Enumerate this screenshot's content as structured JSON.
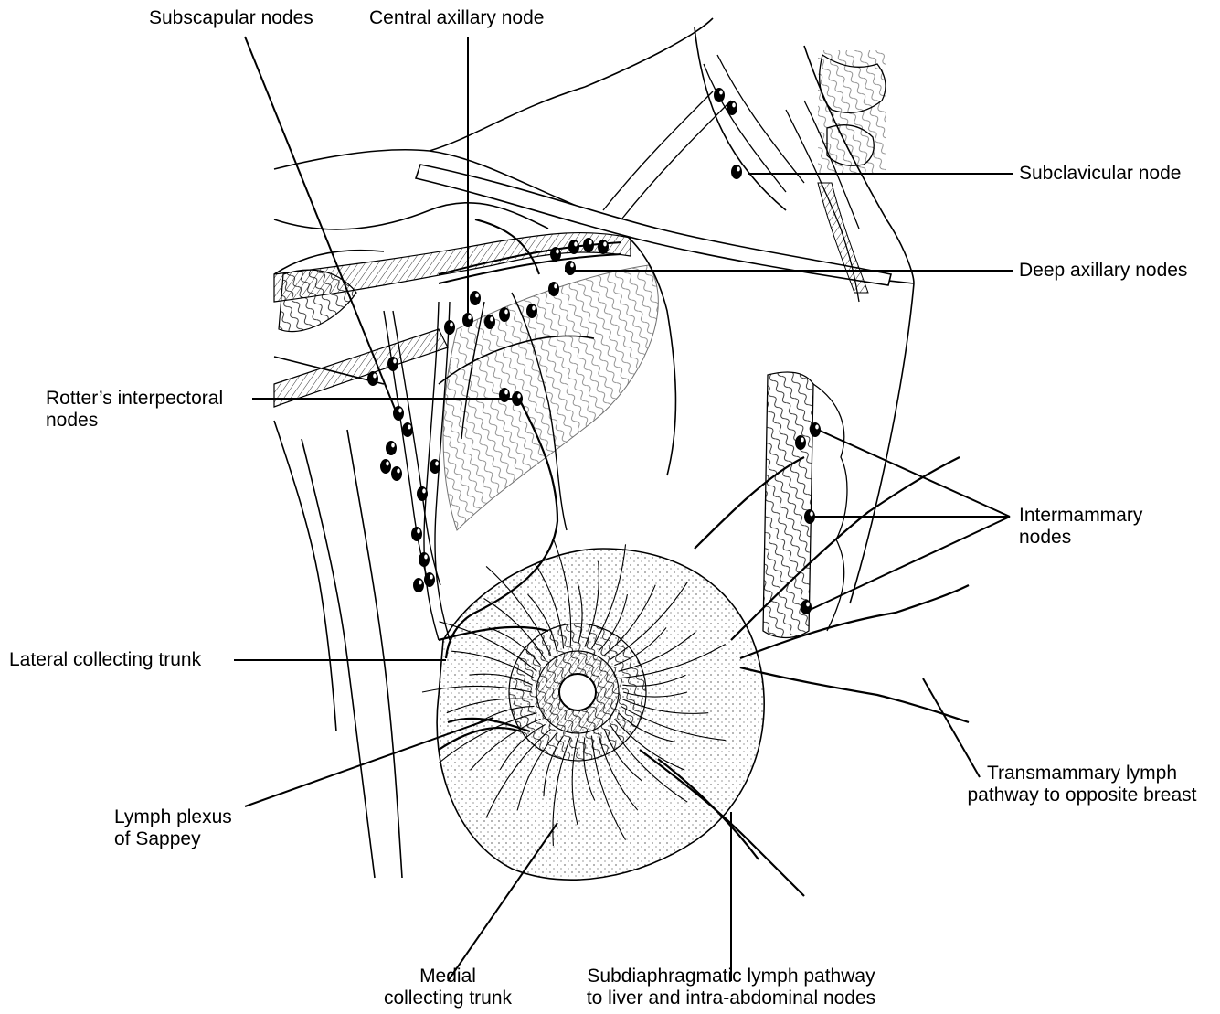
{
  "labels": {
    "subscapular_nodes": "Subscapular nodes",
    "central_axillary_node": "Central axillary node",
    "subclavicular_node": "Subclavicular node",
    "deep_axillary_nodes": "Deep axillary nodes",
    "rotters_nodes_line1": "Rotter’s interpectoral",
    "rotters_nodes_line2": "nodes",
    "intermammary_nodes_line1": "Intermammary",
    "intermammary_nodes_line2": "nodes",
    "lateral_collecting_trunk": "Lateral collecting trunk",
    "transmammary_line1": "Transmammary lymph",
    "transmammary_line2": "pathway to opposite breast",
    "lymph_plexus_line1": "Lymph plexus",
    "lymph_plexus_line2": "of Sappey",
    "medial_trunk_line1": "Medial",
    "medial_trunk_line2": "collecting trunk",
    "subdiaphragmatic_line1": "Subdiaphragmatic lymph pathway",
    "subdiaphragmatic_line2": "to liver and intra-abdominal nodes"
  },
  "colors": {
    "ink": "#000000",
    "background": "#ffffff"
  }
}
